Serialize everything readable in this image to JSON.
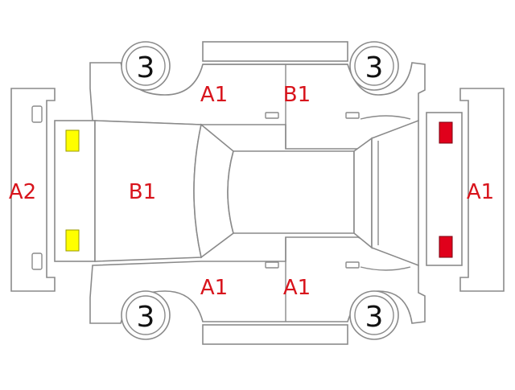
{
  "diagram": {
    "labels": {
      "front_bumper": "A2",
      "hood": "B1",
      "rear_bumper": "A1",
      "left_front_door": "A1",
      "left_rear_door": "B1",
      "right_front_door": "A1",
      "right_rear_door": "A1"
    },
    "wheels": {
      "top_left": "3",
      "top_right": "3",
      "bottom_left": "3",
      "bottom_right": "3"
    },
    "colors": {
      "label_text": "#d8141c",
      "headlight_marker": "#ffff00",
      "taillight_marker": "#e0001b",
      "outline": "#8a8a8a"
    }
  }
}
